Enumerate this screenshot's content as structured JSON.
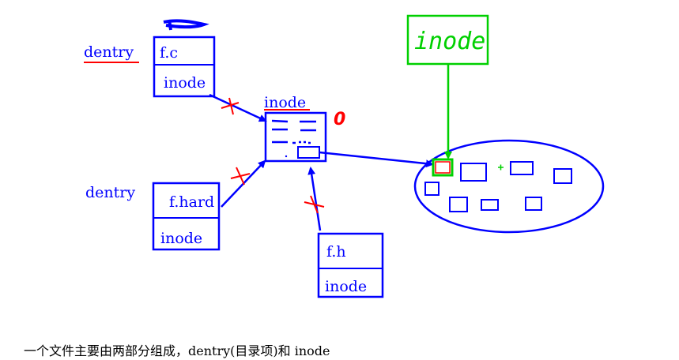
{
  "labels": {
    "dentry_top": "dentry",
    "dentry_bottom": "dentry",
    "inode_title": "inode",
    "inode_count": "0",
    "green_inode": "inode"
  },
  "boxes": {
    "fc": {
      "name": "f.c",
      "field": "inode"
    },
    "fhard": {
      "name": "f.hard",
      "field": "inode"
    },
    "fh": {
      "name": "f.h",
      "field": "inode"
    }
  },
  "caption": "一个文件主要由两部分组成，dentry(目录项)和 inode",
  "colors": {
    "blue": "#0000ff",
    "red": "#ff0000",
    "green": "#00d000"
  }
}
